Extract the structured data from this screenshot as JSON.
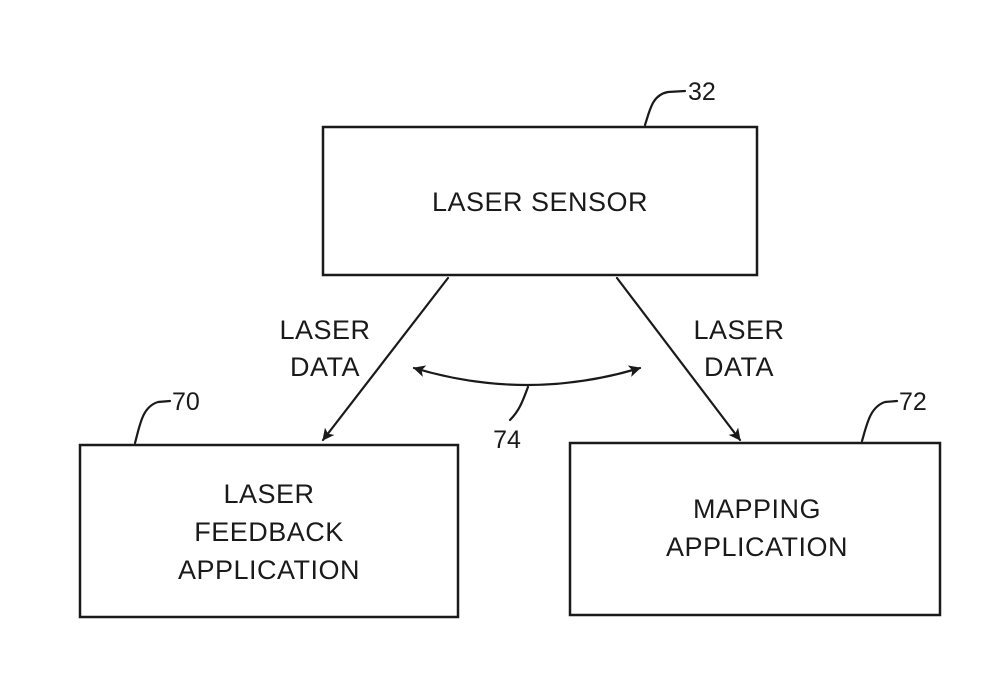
{
  "nodes": {
    "laser_sensor": {
      "lines": [
        "LASER SENSOR"
      ],
      "ref": "32"
    },
    "laser_feedback_app": {
      "lines": [
        "LASER",
        "FEEDBACK",
        "APPLICATION"
      ],
      "ref": "70"
    },
    "mapping_app": {
      "lines": [
        "MAPPING",
        "APPLICATION"
      ],
      "ref": "72"
    }
  },
  "edges": {
    "left_data_label": [
      "LASER",
      "DATA"
    ],
    "right_data_label": [
      "LASER",
      "DATA"
    ],
    "arc_ref": "74"
  },
  "colors": {
    "stroke": "#1a1a1a",
    "background": "#ffffff"
  }
}
